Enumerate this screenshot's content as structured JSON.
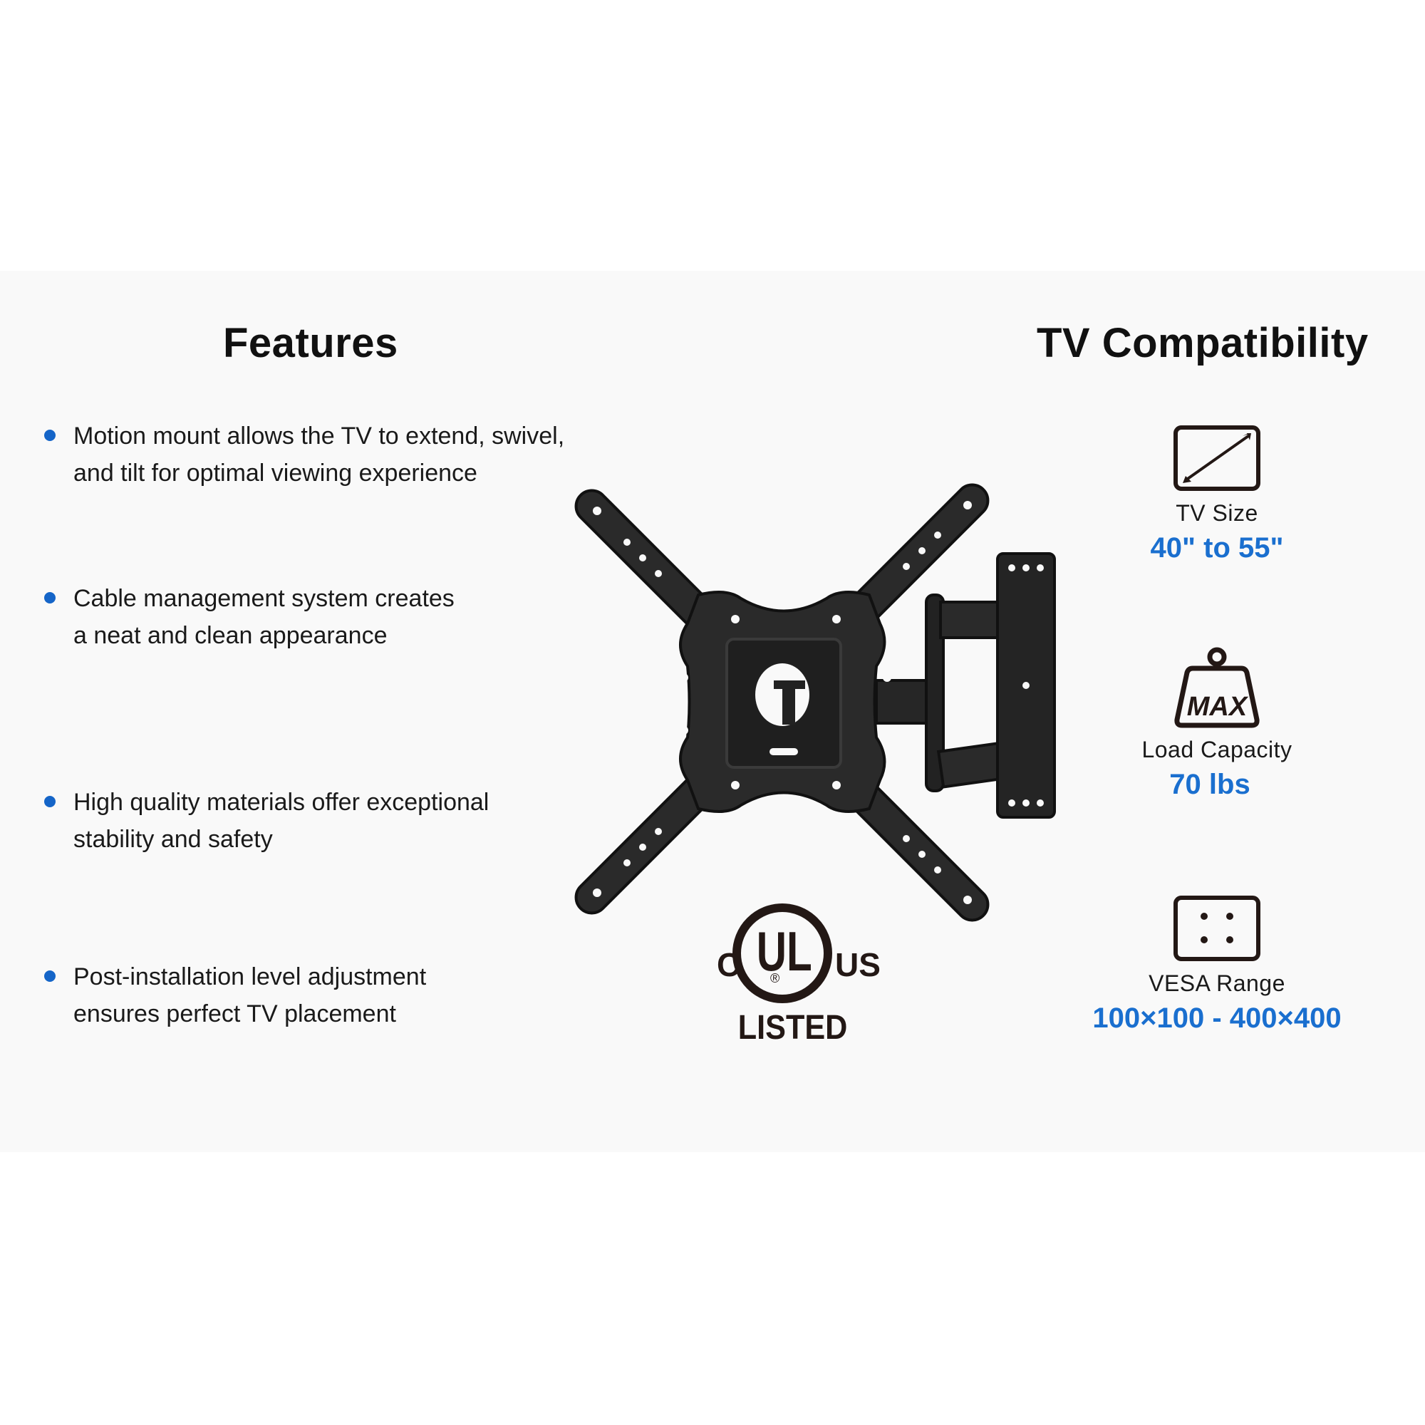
{
  "features": {
    "title": "Features",
    "items": [
      {
        "lines": [
          "Motion mount allows the TV to extend, swivel,",
          "and tilt for optimal viewing experience"
        ]
      },
      {
        "lines": [
          "Cable management system creates",
          "a neat and clean appearance"
        ]
      },
      {
        "lines": [
          "High quality materials offer exceptional",
          "stability and safety"
        ]
      },
      {
        "lines": [
          "Post-installation level adjustment",
          "ensures perfect TV placement"
        ]
      }
    ]
  },
  "compatibility": {
    "title": "TV Compatibility",
    "specs": [
      {
        "icon": "tv-size-diagonal-icon",
        "label": "TV Size",
        "value": "40\" to 55\""
      },
      {
        "icon": "max-weight-icon",
        "icon_text": "MAX",
        "label": "Load Capacity",
        "value": "70 lbs"
      },
      {
        "icon": "vesa-holes-icon",
        "label": "VESA Range",
        "value": "100×100 - 400×400"
      }
    ]
  },
  "certification": {
    "left": "C",
    "mark": "UL",
    "registered": "®",
    "right": "US",
    "label": "LISTED"
  },
  "colors": {
    "accent": "#1a6fcf",
    "bullet": "#1565c8",
    "panel_bg": "#f9f9f9",
    "text": "#111111"
  }
}
